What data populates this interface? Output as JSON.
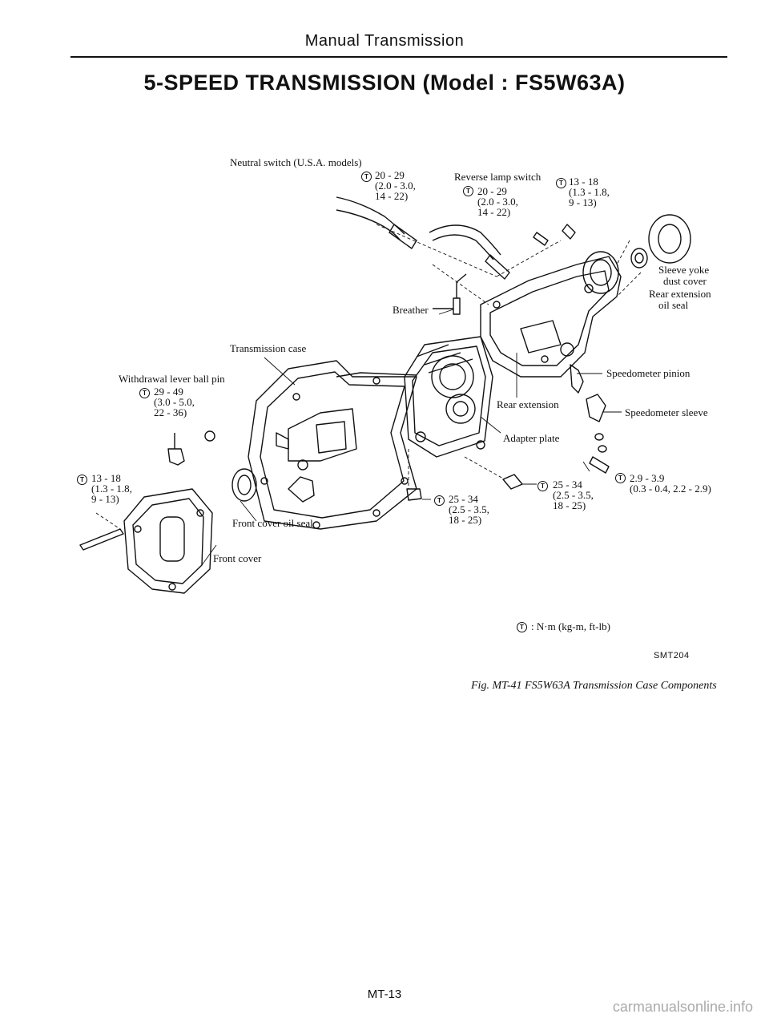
{
  "header": "Manual Transmission",
  "title": "5-SPEED TRANSMISSION (Model : FS5W63A)",
  "labels": {
    "neutral_switch": "Neutral switch (U.S.A. models)",
    "reverse_lamp_switch": "Reverse lamp switch",
    "sleeve_yoke": "Sleeve yoke",
    "dust_cover": "dust cover",
    "rear_ext_oil_seal_1": "Rear extension",
    "rear_ext_oil_seal_2": "oil seal",
    "breather": "Breather",
    "transmission_case": "Transmission case",
    "withdrawal_lever": "Withdrawal lever ball pin",
    "speedometer_pinion": "Speedometer pinion",
    "rear_extension": "Rear extension",
    "speedometer_sleeve": "Speedometer sleeve",
    "adapter_plate": "Adapter plate",
    "front_cover_oil_seal": "Front cover oil seal",
    "front_cover": "Front cover"
  },
  "torques": {
    "neutral": "20 - 29\n(2.0 - 3.0,\n14 - 22)",
    "reverse": "20 - 29\n(2.0 - 3.0,\n14 - 22)",
    "top_right": "13 - 18\n(1.3 - 1.8,\n9 - 13)",
    "withdrawal": "29 - 49\n(3.0 - 5.0,\n22 - 36)",
    "front_left": "13 - 18\n(1.3 - 1.8,\n9 - 13)",
    "drain": "25 - 34\n(2.5 - 3.5,\n18 - 25)",
    "filler": "25 - 34\n(2.5 - 3.5,\n18 - 25)",
    "speedo": "2.9 - 3.9\n(0.3 - 0.4, 2.2 - 2.9)"
  },
  "torque_symbol": "T",
  "units_legend": ": N·m (kg-m, ft-lb)",
  "figure_code": "SMT204",
  "caption": "Fig. MT-41 FS5W63A Transmission Case Components",
  "page_number": "MT-13",
  "watermark": "carmanualsonline.info"
}
